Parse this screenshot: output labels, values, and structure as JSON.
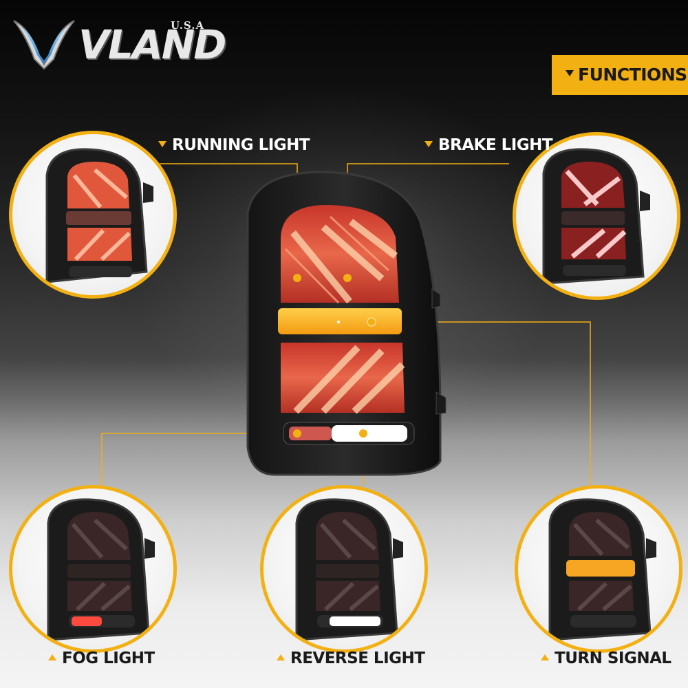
{
  "brand": {
    "name": "VLAND",
    "region": "U.S.A",
    "logo_icon": "wing-emblem-icon"
  },
  "header": {
    "functions_label": "FUNCTIONS"
  },
  "functions": [
    {
      "id": "running",
      "label": "RUNNING LIGHT"
    },
    {
      "id": "brake",
      "label": "BRAKE LIGHT"
    },
    {
      "id": "fog",
      "label": "FOG LIGHT"
    },
    {
      "id": "reverse",
      "label": "REVERSE LIGHT"
    },
    {
      "id": "turn",
      "label": "TURN SIGNAL"
    }
  ],
  "colors": {
    "accent": "#f3b013",
    "lens_red": "#c0392b",
    "lens_amber": "#f6a623",
    "reverse_white": "#ffffff"
  }
}
